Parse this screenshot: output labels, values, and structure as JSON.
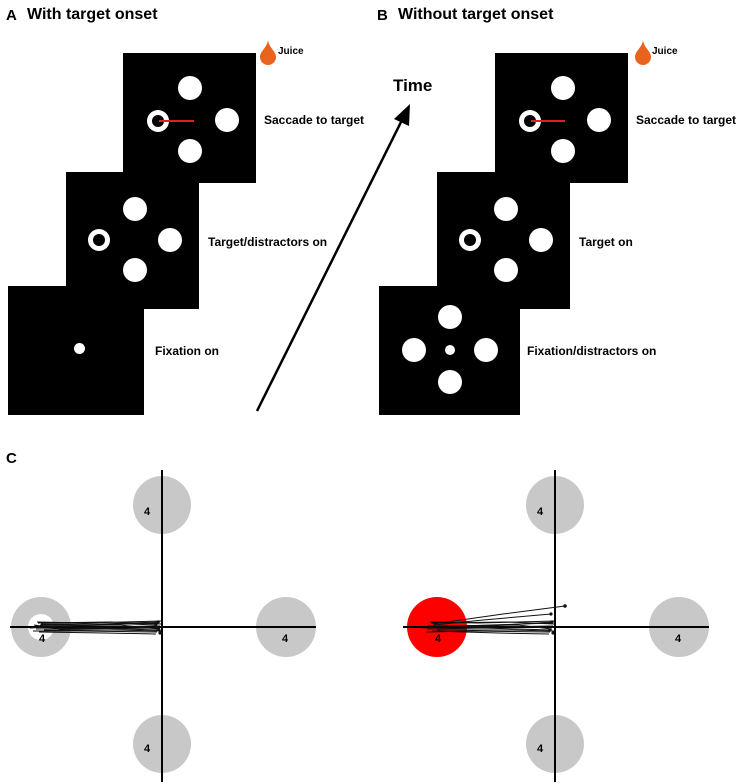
{
  "panel_a": {
    "letter": "A",
    "title": "With target onset",
    "juice": "Juice",
    "labels": {
      "top": "Saccade to target",
      "middle": "Target/distractors on",
      "bottom": "Fixation on"
    }
  },
  "panel_b": {
    "letter": "B",
    "title": "Without target onset",
    "juice": "Juice",
    "labels": {
      "top": "Saccade to target",
      "middle": "Target on",
      "bottom": "Fixation/distractors on"
    }
  },
  "time_axis_label": "Time",
  "panel_c": {
    "letter": "C",
    "target_labels": [
      "4",
      "4",
      "4",
      "4"
    ],
    "colors": {
      "target_zone": "#c8c8c8",
      "selected_target": "#ff0000",
      "trace": "#111111"
    }
  },
  "colors": {
    "juice": "#e8641e",
    "saccade_line": "#e02020"
  }
}
